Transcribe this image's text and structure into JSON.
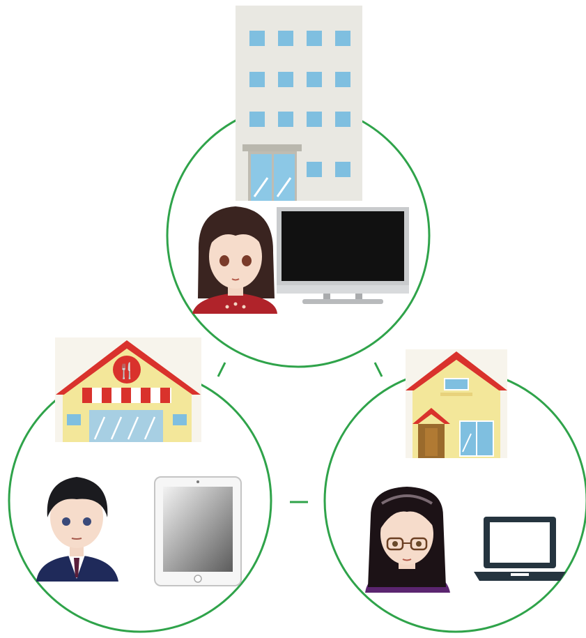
{
  "colors": {
    "ring": "#2fa34a",
    "roof_red": "#d9322c",
    "wall_yellow": "#f3e79a",
    "window_blue": "#7fbfe0",
    "building_grey": "#e9e8e2",
    "screen_black": "#111111"
  },
  "nodes": [
    {
      "id": "office",
      "building_icon": "office-building-icon",
      "person_icon": "woman-red-sweater-avatar",
      "device_icon": "flat-screen-tv-icon"
    },
    {
      "id": "restaurant",
      "building_icon": "restaurant-icon",
      "person_icon": "man-in-suit-avatar",
      "device_icon": "tablet-icon"
    },
    {
      "id": "home",
      "building_icon": "house-icon",
      "person_icon": "woman-glasses-avatar",
      "device_icon": "laptop-icon"
    }
  ],
  "links": [
    {
      "from": "office",
      "to": "restaurant"
    },
    {
      "from": "office",
      "to": "home"
    },
    {
      "from": "restaurant",
      "to": "home"
    }
  ]
}
